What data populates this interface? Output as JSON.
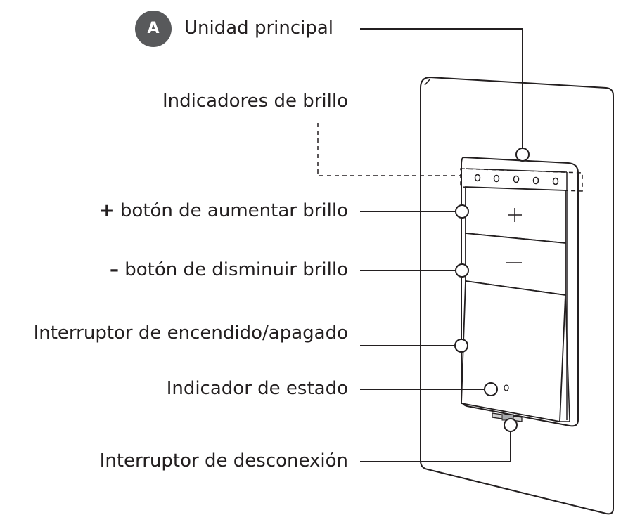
{
  "badge": "A",
  "labels": {
    "main_unit": "Unidad principal",
    "brightness_indicators": "Indicadores de brillo",
    "increase_symbol": "+",
    "increase": "botón de aumentar brillo",
    "decrease_symbol": "–",
    "decrease": "botón de disminuir brillo",
    "power_switch": "Interruptor de encendido/apagado",
    "status_indicator": "Indicador de estado",
    "disconnect_switch": "Interruptor de desconexión"
  },
  "colors": {
    "line": "#231f20",
    "badge": "#58595b"
  }
}
